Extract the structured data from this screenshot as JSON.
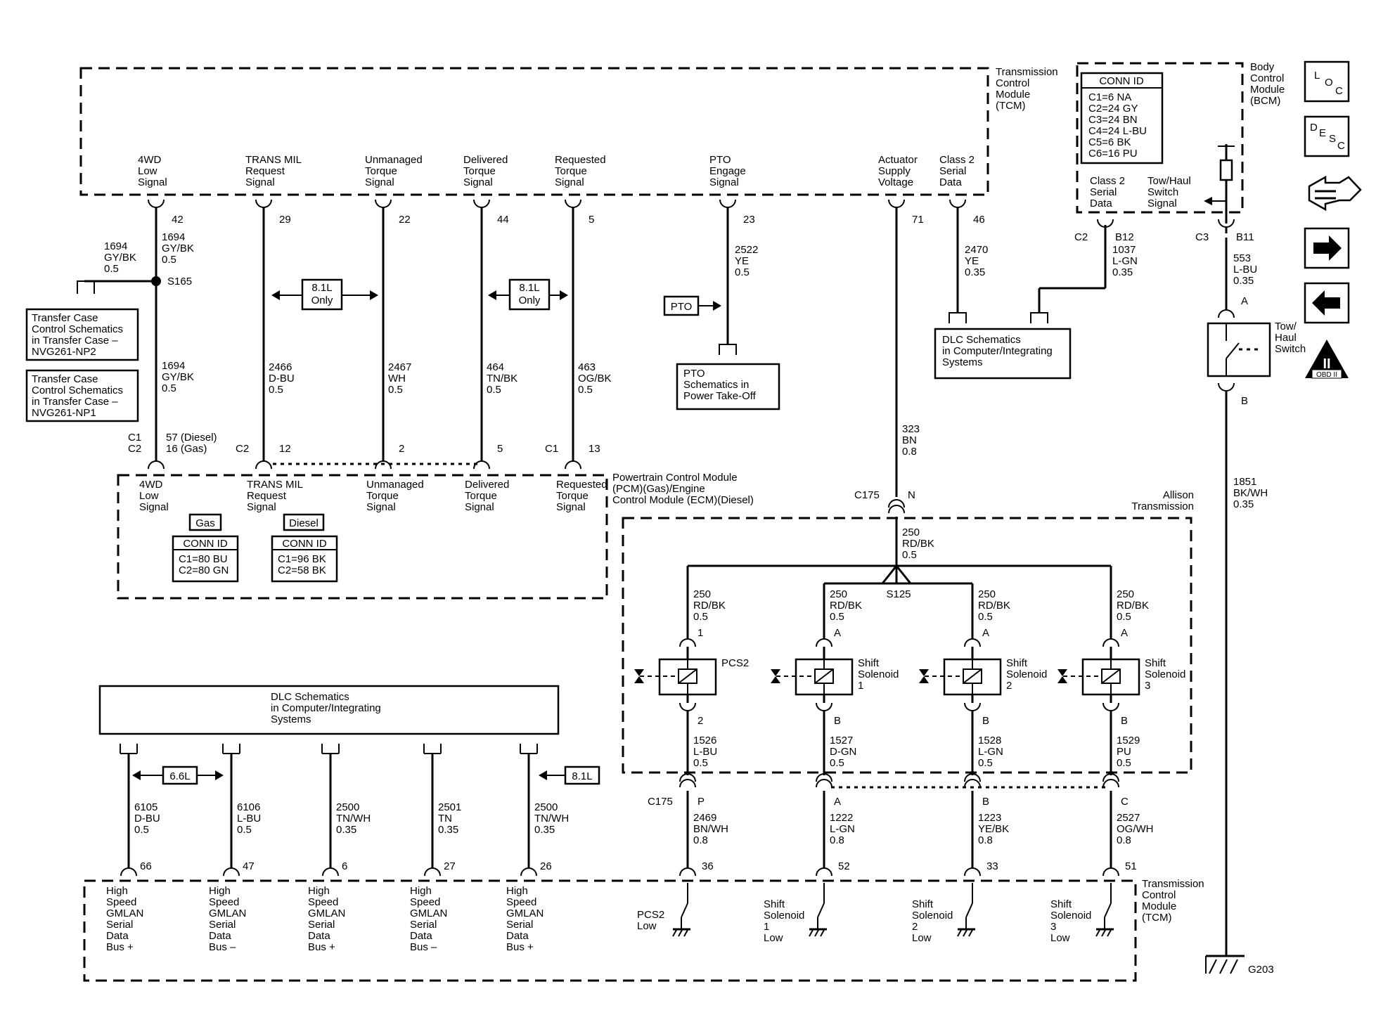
{
  "modules": {
    "tcm_top": [
      "Transmission",
      "Control",
      "Module",
      "(TCM)"
    ],
    "bcm": [
      "Body",
      "Control",
      "Module",
      "(BCM)"
    ],
    "pcm": [
      "Powertrain Control Module",
      "(PCM)(Gas)/Engine",
      "Control Module (ECM)(Diesel)"
    ],
    "allison": [
      "Allison",
      "Transmission"
    ],
    "tcm_bottom": [
      "Transmission",
      "Control",
      "Module",
      "(TCM)"
    ]
  },
  "bcm_conn": {
    "title": "CONN ID",
    "rows": [
      "C1=6 NA",
      "C2=24 GY",
      "C3=24 BN",
      "C4=24 L-BU",
      "C5=6 BK",
      "C6=16 PU"
    ]
  },
  "pcm_conn_gas": {
    "tag": "Gas",
    "title": "CONN ID",
    "rows": [
      "C1=80 BU",
      "C2=80 GN"
    ]
  },
  "pcm_conn_diesel": {
    "tag": "Diesel",
    "title": "CONN ID",
    "rows": [
      "C1=96 BK",
      "C2=58 BK"
    ]
  },
  "tcm_signals": [
    {
      "label": [
        "4WD",
        "Low",
        "Signal"
      ],
      "pin": "42"
    },
    {
      "label": [
        "TRANS MIL",
        "Request",
        "Signal"
      ],
      "pin": "29"
    },
    {
      "label": [
        "Unmanaged",
        "Torque",
        "Signal"
      ],
      "pin": "22"
    },
    {
      "label": [
        "Delivered",
        "Torque",
        "Signal"
      ],
      "pin": "44"
    },
    {
      "label": [
        "Requested",
        "Torque",
        "Signal"
      ],
      "pin": "5"
    },
    {
      "label": [
        "PTO",
        "Engage",
        "Signal"
      ],
      "pin": "23"
    },
    {
      "label": [
        "Actuator",
        "Supply",
        "Voltage"
      ],
      "pin": "71"
    },
    {
      "label": [
        "Class 2",
        "Serial",
        "Data"
      ],
      "pin": "46"
    }
  ],
  "bcm_signals": [
    {
      "label": [
        "Class 2",
        "Serial",
        "Data"
      ],
      "conn": "C2",
      "pin": "B12"
    },
    {
      "label": [
        "Tow/Haul",
        "Switch",
        "Signal"
      ],
      "conn": "C3",
      "pin": "B11"
    }
  ],
  "pcm_signals": [
    {
      "label": [
        "4WD",
        "Low",
        "Signal"
      ],
      "conn": [
        "C1",
        "C2"
      ],
      "pin": [
        "57 (Diesel)",
        "16 (Gas)"
      ]
    },
    {
      "label": [
        "TRANS MIL",
        "Request",
        "Signal"
      ],
      "conn": "C2",
      "pin": "12"
    },
    {
      "label": [
        "Unmanaged",
        "Torque",
        "Signal"
      ],
      "pin": "2"
    },
    {
      "label": [
        "Delivered",
        "Torque",
        "Signal"
      ],
      "pin": "5"
    },
    {
      "label": [
        "Requested",
        "Torque",
        "Signal"
      ],
      "conn": "C1",
      "pin": "13"
    }
  ],
  "wires_upper": [
    [
      "1694",
      "GY/BK",
      "0.5"
    ],
    [
      "1694",
      "GY/BK",
      "0.5"
    ],
    [
      "1694",
      "GY/BK",
      "0.5"
    ],
    [
      "2466",
      "D-BU",
      "0.5"
    ],
    [
      "2467",
      "WH",
      "0.5"
    ],
    [
      "464",
      "TN/BK",
      "0.5"
    ],
    [
      "463",
      "OG/BK",
      "0.5"
    ],
    [
      "2522",
      "YE",
      "0.5"
    ],
    [
      "2470",
      "YE",
      "0.35"
    ],
    [
      "1037",
      "L-GN",
      "0.35"
    ],
    [
      "553",
      "L-BU",
      "0.35"
    ],
    [
      "323",
      "BN",
      "0.8"
    ],
    [
      "1851",
      "BK/WH",
      "0.35"
    ]
  ],
  "splices": {
    "s165": "S165",
    "s125": "S125"
  },
  "engine_tags": {
    "t81a": "8.1L",
    "t81a_sub": "Only",
    "t81b": "8.1L",
    "t81b_sub": "Only",
    "t66": "6.6L",
    "t81c": "8.1L"
  },
  "refs": {
    "transfer_np2": [
      "Transfer Case",
      "Control Schematics",
      "in Transfer Case –",
      "NVG261-NP2"
    ],
    "transfer_np1": [
      "Transfer Case",
      "Control Schematics",
      "in Transfer Case –",
      "NVG261-NP1"
    ],
    "pto_tag": "PTO",
    "pto_ref": [
      "PTO",
      "Schematics in",
      "Power Take-Off"
    ],
    "dlc_upper": [
      "DLC Schematics",
      "in Computer/Integrating",
      "Systems"
    ],
    "dlc_lower": [
      "DLC Schematics",
      "in Computer/Integrating",
      "Systems"
    ]
  },
  "tow_haul": {
    "label": [
      "Tow/",
      "Haul",
      "Switch"
    ],
    "pin_a": "A",
    "pin_b": "B",
    "ground": "G203"
  },
  "c175": {
    "top_conn": "C175",
    "top_pin": "N",
    "bottom_conn": "C175"
  },
  "s125_wire": [
    "250",
    "RD/BK",
    "0.5"
  ],
  "solenoids": [
    {
      "name": [
        "PCS2"
      ],
      "pin_top": "1",
      "pin_bot": "2",
      "feed": [
        "250",
        "RD/BK",
        "0.5"
      ],
      "out": [
        "1526",
        "L-BU",
        "0.5"
      ],
      "c175": "P",
      "wire": [
        "2469",
        "BN/WH",
        "0.8"
      ],
      "tcm_pin": "36",
      "low": [
        "PCS2",
        "Low"
      ]
    },
    {
      "name": [
        "Shift",
        "Solenoid",
        "1"
      ],
      "pin_top": "A",
      "pin_bot": "B",
      "feed": [
        "250",
        "RD/BK",
        "0.5"
      ],
      "out": [
        "1527",
        "D-GN",
        "0.5"
      ],
      "c175": "A",
      "wire": [
        "1222",
        "L-GN",
        "0.8"
      ],
      "tcm_pin": "52",
      "low": [
        "Shift",
        "Solenoid",
        "1",
        "Low"
      ]
    },
    {
      "name": [
        "Shift",
        "Solenoid",
        "2"
      ],
      "pin_top": "A",
      "pin_bot": "B",
      "feed": [
        "250",
        "RD/BK",
        "0.5"
      ],
      "out": [
        "1528",
        "L-GN",
        "0.5"
      ],
      "c175": "B",
      "wire": [
        "1223",
        "YE/BK",
        "0.8"
      ],
      "tcm_pin": "33",
      "low": [
        "Shift",
        "Solenoid",
        "2",
        "Low"
      ]
    },
    {
      "name": [
        "Shift",
        "Solenoid",
        "3"
      ],
      "pin_top": "A",
      "pin_bot": "B",
      "feed": [
        "250",
        "RD/BK",
        "0.5"
      ],
      "out": [
        "1529",
        "PU",
        "0.5"
      ],
      "c175": "C",
      "wire": [
        "2527",
        "OG/WH",
        "0.8"
      ],
      "tcm_pin": "51",
      "low": [
        "Shift",
        "Solenoid",
        "3",
        "Low"
      ]
    }
  ],
  "gmlan": [
    {
      "wire": [
        "6105",
        "D-BU",
        "0.5"
      ],
      "pin": "66",
      "label": [
        "High",
        "Speed",
        "GMLAN",
        "Serial",
        "Data",
        "Bus +"
      ]
    },
    {
      "wire": [
        "6106",
        "L-BU",
        "0.5"
      ],
      "pin": "47",
      "label": [
        "High",
        "Speed",
        "GMLAN",
        "Serial",
        "Data",
        "Bus –"
      ]
    },
    {
      "wire": [
        "2500",
        "TN/WH",
        "0.35"
      ],
      "pin": "6",
      "label": [
        "High",
        "Speed",
        "GMLAN",
        "Serial",
        "Data",
        "Bus +"
      ]
    },
    {
      "wire": [
        "2501",
        "TN",
        "0.35"
      ],
      "pin": "27",
      "label": [
        "High",
        "Speed",
        "GMLAN",
        "Serial",
        "Data",
        "Bus –"
      ]
    },
    {
      "wire": [
        "2500",
        "TN/WH",
        "0.35"
      ],
      "pin": "26",
      "label": [
        "High",
        "Speed",
        "GMLAN",
        "Serial",
        "Data",
        "Bus +"
      ]
    }
  ],
  "side_icons": {
    "loc": [
      "L",
      "O",
      "C"
    ],
    "desc": [
      "D",
      "E",
      "S",
      "C"
    ],
    "obd": "OBD II",
    "obd_mark": "II"
  }
}
